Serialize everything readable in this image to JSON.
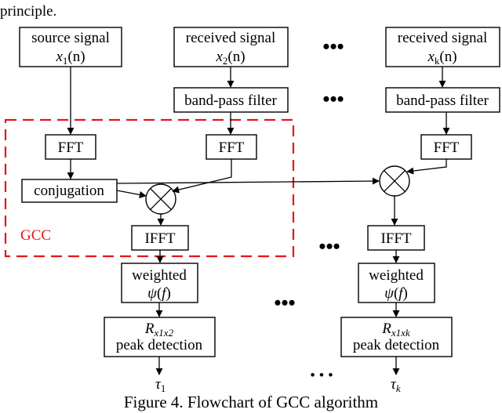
{
  "intro_text": "principle.",
  "source": {
    "label": "source signal",
    "signal": "x",
    "sub": "1",
    "arg": "(n)"
  },
  "received_1": {
    "label": "received signal",
    "signal": "x",
    "sub": "2",
    "arg": "(n)"
  },
  "received_k": {
    "label": "received signal",
    "signal": "x",
    "sub": "k",
    "arg": "(n)"
  },
  "bandpass_label": "band-pass filter",
  "fft_label": "FFT",
  "conjugation_label": "conjugation",
  "ifft_label": "IFFT",
  "weighted": {
    "label": "weighted",
    "psi": "ψ",
    "open": "(",
    "f": "f",
    "close": ")"
  },
  "peak": {
    "R": "R",
    "sub_1": "x1x2",
    "sub_k": "x1xk",
    "label": "peak detection"
  },
  "tau": {
    "symbol": "τ",
    "sub_1": "1",
    "sub_k": "k"
  },
  "gcc_label": "GCC",
  "ellipsis": "•••",
  "ellipsis_small": "• • •",
  "caption": "Figure 4. Flowchart of GCC algorithm",
  "colors": {
    "gcc": "#e8141a",
    "line": "#000000"
  },
  "icons": {
    "multiplier": "circle-cross-icon"
  }
}
